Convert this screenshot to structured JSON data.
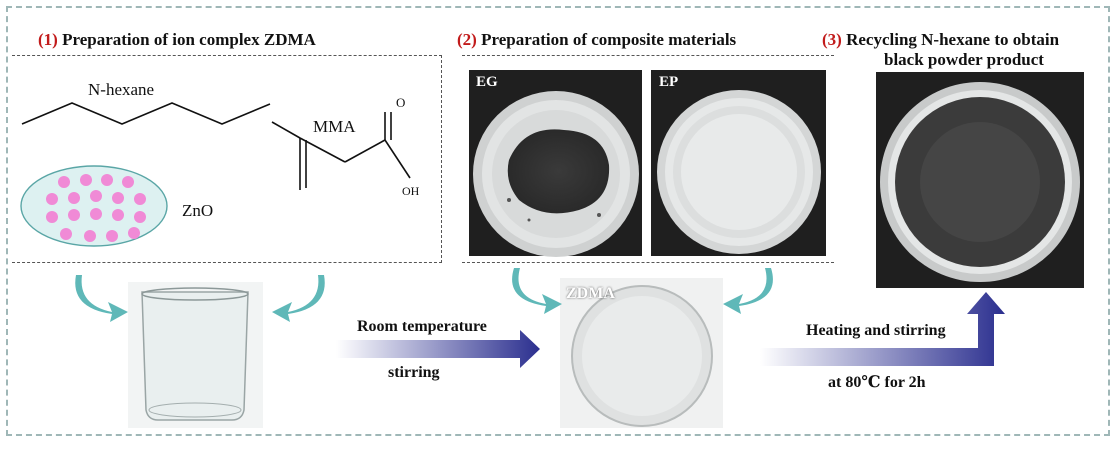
{
  "sections": {
    "s1": {
      "num": "(1)",
      "text": "Preparation of ion complex ZDMA"
    },
    "s2": {
      "num": "(2)",
      "text": "Preparation of composite materials"
    },
    "s3": {
      "num": "(3)",
      "line1": "Recycling N-hexane to obtain",
      "line2": "black powder product"
    }
  },
  "labels": {
    "hexane": "N-hexane",
    "mma": "MMA",
    "zno": "ZnO",
    "oh": "OH",
    "o": "O",
    "eg": "EG",
    "ep": "EP",
    "zdma": "ZDMA"
  },
  "arrows": {
    "room_line1": "Room temperature",
    "room_line2": "stirring",
    "heat_line1": "Heating and stirring",
    "heat_line2": "at 80℃ for 2h"
  },
  "colors": {
    "section_number": "#c21b1b",
    "curved_arrow": "#5fb8b8",
    "gradient_arrow_end": "#2b2f8f",
    "zno_dots": "#f08ad6",
    "zno_ellipse_fill": "#ddf1f1"
  }
}
